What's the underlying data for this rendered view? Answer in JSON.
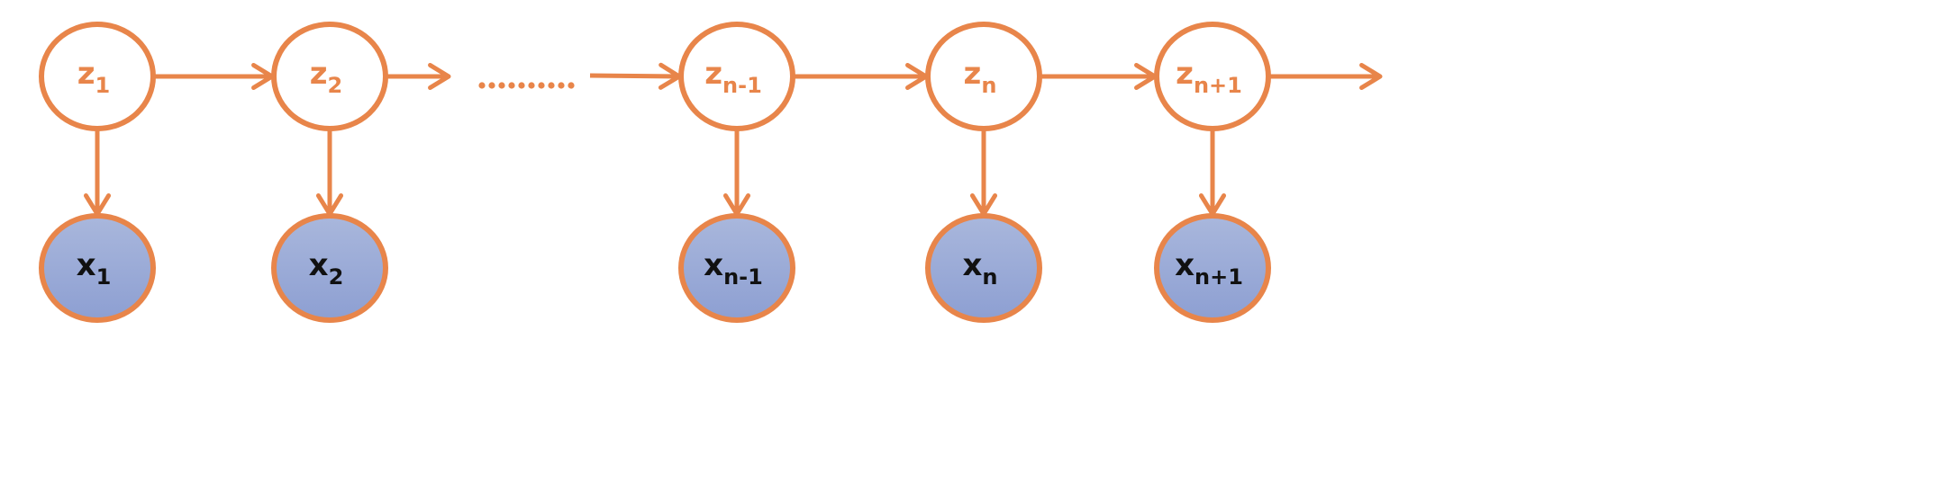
{
  "colors": {
    "accent": "#E8854A",
    "latent_fill": "#FFFFFF",
    "observed_fill_top": "#A9B7DC",
    "observed_fill_bottom": "#8D9FD2",
    "observed_text": "#111111"
  },
  "latent_nodes": [
    {
      "base": "z",
      "sub": "1"
    },
    {
      "base": "z",
      "sub": "2"
    },
    {
      "base": "z",
      "sub": "n-1"
    },
    {
      "base": "z",
      "sub": "n"
    },
    {
      "base": "z",
      "sub": "n+1"
    }
  ],
  "observed_nodes": [
    {
      "base": "x",
      "sub": "1"
    },
    {
      "base": "x",
      "sub": "2"
    },
    {
      "base": "x",
      "sub": "n-1"
    },
    {
      "base": "x",
      "sub": "n"
    },
    {
      "base": "x",
      "sub": "n+1"
    }
  ],
  "ellipsis": {
    "dot_count": 10
  }
}
